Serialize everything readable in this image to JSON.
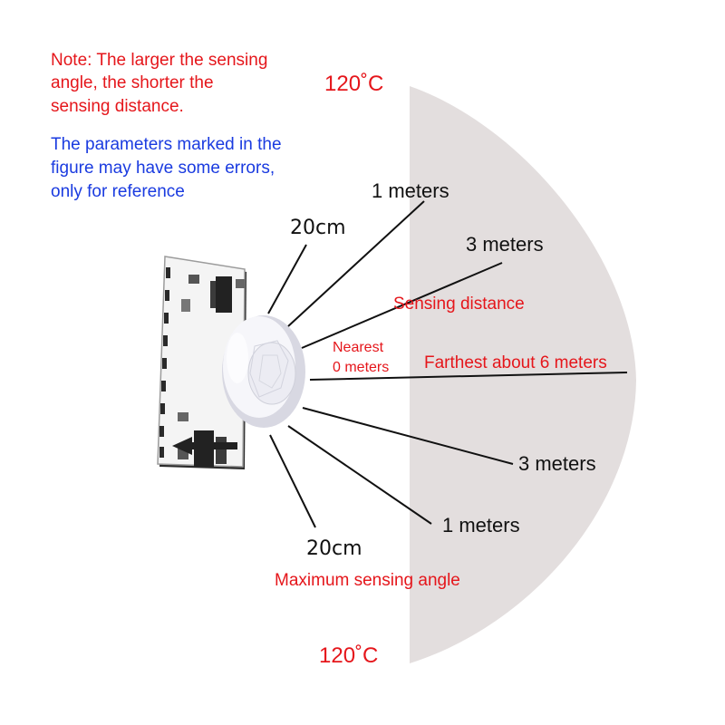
{
  "notes": {
    "note_line1": "Note: The larger the sensing",
    "note_line2": "angle, the shorter the",
    "note_line3": "sensing distance.",
    "param_line1": "The parameters marked in the",
    "param_line2": "figure may have some errors,",
    "param_line3": "only for reference"
  },
  "angles": {
    "top": "120˚C",
    "bottom": "120˚C"
  },
  "distances": {
    "upper_1m": "1 meters",
    "upper_3m": "3 meters",
    "lower_3m": "3 meters",
    "lower_1m": "1 meters",
    "upper_20cm": "20cm",
    "lower_20cm": "20cm"
  },
  "labels": {
    "sensing_distance": "Sensing distance",
    "nearest_line1": "Nearest",
    "nearest_line2": "0 meters",
    "farthest": "Farthest about 6 meters",
    "max_angle": "Maximum sensing angle"
  },
  "colors": {
    "fan_fill": "#e3dede",
    "note_red": "#e5161b",
    "note_blue": "#1a3be0",
    "pcb_white": "#f4f4f4",
    "lens_white": "#f6f6fa"
  },
  "icons": {
    "sensor": "pir-sensor-module-icon"
  }
}
